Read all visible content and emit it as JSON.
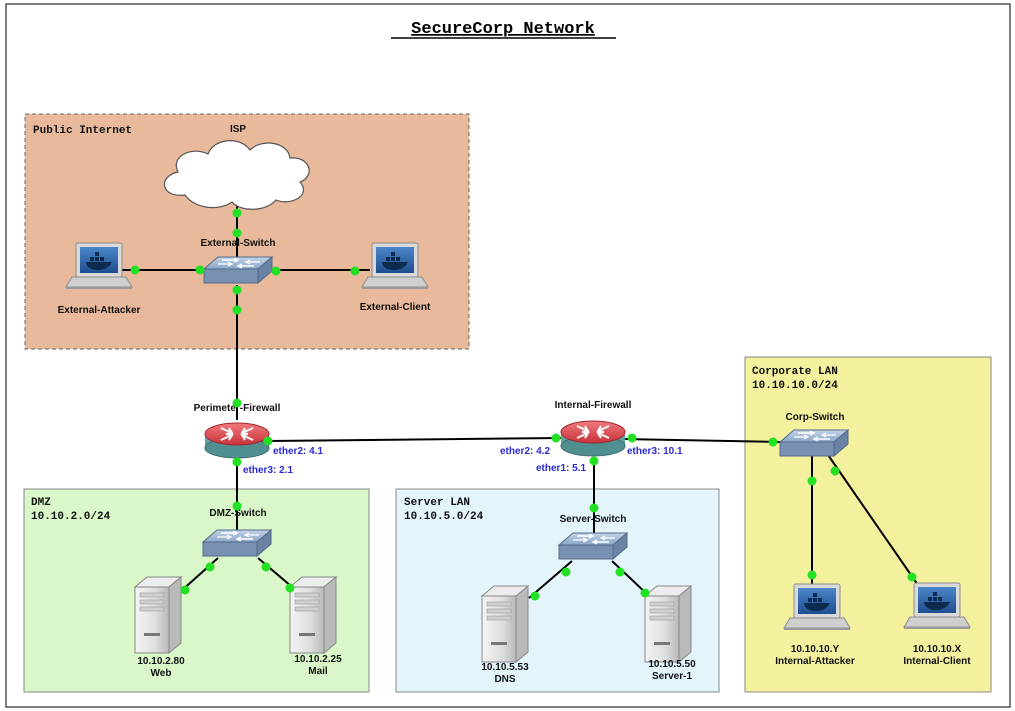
{
  "title": "SecureCorp Network",
  "colors": {
    "public_zone": "#e8b99a",
    "dmz_zone": "#d9f7c8",
    "server_zone": "#e3f4fb",
    "corp_zone": "#f3f09e",
    "port_dot": "#22e022",
    "port_label": "#2a2ad6",
    "firewall_red": "#d8434a",
    "firewall_teal": "#5fa3a3",
    "switch_blue": "#8aa5c8"
  },
  "zones": {
    "public": {
      "name": "Public Internet",
      "subnet": ""
    },
    "dmz": {
      "name": "DMZ",
      "subnet": "10.10.2.0/24"
    },
    "server": {
      "name": "Server LAN",
      "subnet": "10.10.5.0/24"
    },
    "corp": {
      "name": "Corporate LAN",
      "subnet": "10.10.10.0/24"
    }
  },
  "nodes": {
    "isp": {
      "label": "ISP",
      "icon": "cloud-icon"
    },
    "external_switch": {
      "label": "External-Switch",
      "icon": "switch-icon"
    },
    "external_attacker": {
      "label": "External-Attacker",
      "icon": "docker-laptop-icon"
    },
    "external_client": {
      "label": "External-Client",
      "icon": "docker-laptop-icon"
    },
    "perimeter_firewall": {
      "label": "Perimeter-Firewall",
      "icon": "router-firewall-icon"
    },
    "internal_firewall": {
      "label": "Internal-Firewall",
      "icon": "router-firewall-icon"
    },
    "dmz_switch": {
      "label": "DMZ-Switch",
      "icon": "switch-icon"
    },
    "server_switch": {
      "label": "Server-Switch",
      "icon": "switch-icon"
    },
    "corp_switch": {
      "label": "Corp-Switch",
      "icon": "switch-icon"
    },
    "web": {
      "ip": "10.10.2.80",
      "label": "Web",
      "icon": "server-tower-icon"
    },
    "mail": {
      "ip": "10.10.2.25",
      "label": "Mail",
      "icon": "server-tower-icon"
    },
    "dns": {
      "ip": "10.10.5.53",
      "label": "DNS",
      "icon": "server-tower-icon"
    },
    "server1": {
      "ip": "10.10.5.50",
      "label": "Server-1",
      "icon": "server-tower-icon"
    },
    "internal_attacker": {
      "ip": "10.10.10.Y",
      "label": "Internal-Attacker",
      "icon": "docker-laptop-icon"
    },
    "internal_client": {
      "ip": "10.10.10.X",
      "label": "Internal-Client",
      "icon": "docker-laptop-icon"
    }
  },
  "ports": {
    "pf_ether2": "ether2: 4.1",
    "pf_ether3": "ether3: 2.1",
    "if_ether2": "ether2: 4.2",
    "if_ether1": "ether1: 5.1",
    "if_ether3": "ether3: 10.1"
  }
}
